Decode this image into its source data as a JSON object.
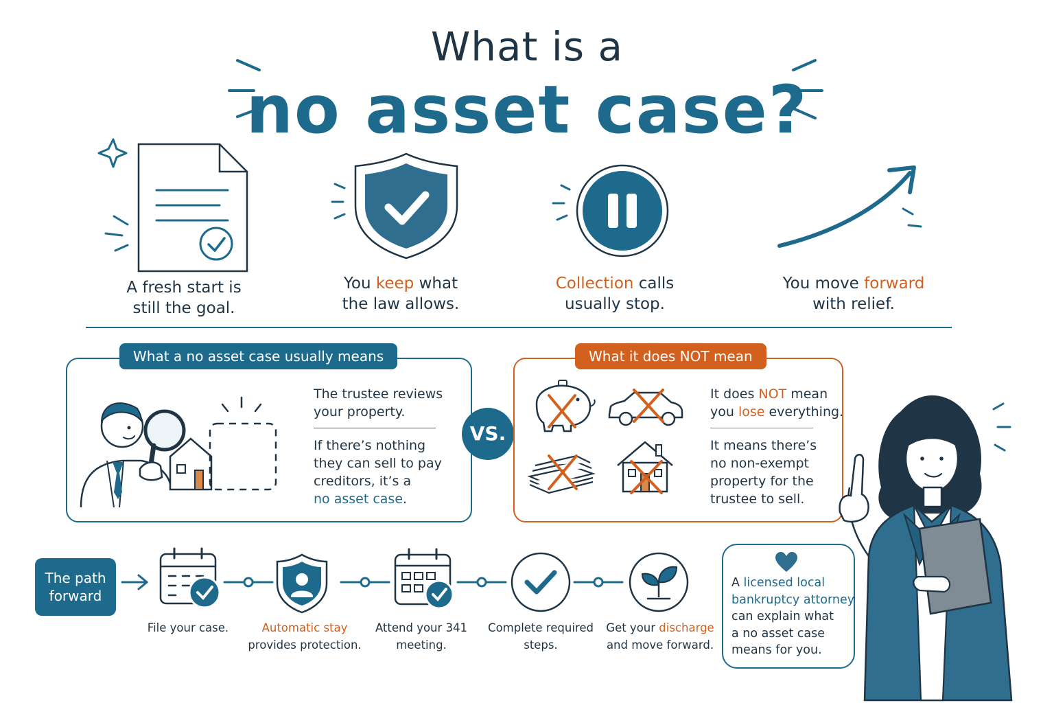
{
  "title": {
    "line1": "What is a",
    "line2": "no asset case?"
  },
  "benefits": [
    {
      "icon": "document-check-icon",
      "line1": "A fresh start is",
      "line2": "still the goal."
    },
    {
      "icon": "shield-check-icon",
      "pre": "You ",
      "highlight": "keep",
      "post": " what",
      "line2": "the law allows."
    },
    {
      "icon": "pause-icon",
      "highlight": "Collection",
      "post": " calls",
      "line2": "usually stop."
    },
    {
      "icon": "upward-arrow-icon",
      "pre": "You move ",
      "highlight": "forward",
      "line2": "with relief."
    }
  ],
  "means_panel": {
    "tab": "What a no asset case usually means",
    "point1": [
      "The trustee reviews",
      "your property."
    ],
    "point2": [
      "If there’s nothing",
      "they can sell to pay",
      "creditors, it’s a"
    ],
    "point2_highlight": "no asset case",
    "point2_end": "."
  },
  "vs": "VS.",
  "not_panel": {
    "tab": "What it does NOT mean",
    "point1_a": "It does ",
    "point1_not": "NOT",
    "point1_b": " mean",
    "point1_c": "you ",
    "point1_lose": "lose",
    "point1_d": " everything.",
    "point2": [
      "It means there’s",
      "no non-exempt",
      "property for the",
      "trustee to sell."
    ]
  },
  "path": {
    "label_line1": "The path",
    "label_line2": "forward",
    "steps": [
      {
        "icon": "calendar-check-icon",
        "line1": "File your case."
      },
      {
        "icon": "shield-person-icon",
        "highlight": "Automatic stay",
        "line2": "provides protection."
      },
      {
        "icon": "calendar-grid-icon",
        "line1": "Attend your 341",
        "line2": "meeting."
      },
      {
        "icon": "checkmark-circle-icon",
        "line1": "Complete required",
        "line2": "steps."
      },
      {
        "icon": "sprout-icon",
        "pre": "Get your ",
        "highlight": "discharge",
        "line2": "and move forward."
      }
    ]
  },
  "callout": {
    "line1_a": "A ",
    "line1_hl": "licensed local",
    "line2_hl": "bankruptcy attorney",
    "line3": "can explain what",
    "line4": "a no asset case",
    "line5": "means for you."
  },
  "colors": {
    "primary": "#1d6a8c",
    "accent": "#d2601e",
    "text": "#1f3445"
  }
}
